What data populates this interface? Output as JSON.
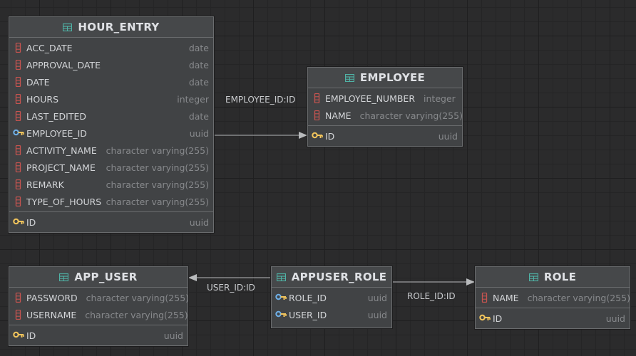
{
  "diagram": {
    "tables": {
      "hour_entry": {
        "name": "HOUR_ENTRY",
        "columns": [
          {
            "name": "ACC_DATE",
            "type": "date",
            "icon": "column-icon"
          },
          {
            "name": "APPROVAL_DATE",
            "type": "date",
            "icon": "column-icon"
          },
          {
            "name": "DATE",
            "type": "date",
            "icon": "column-icon"
          },
          {
            "name": "HOURS",
            "type": "integer",
            "icon": "column-icon"
          },
          {
            "name": "LAST_EDITED",
            "type": "date",
            "icon": "column-icon"
          },
          {
            "name": "EMPLOYEE_ID",
            "type": "uuid",
            "icon": "foreign-key-icon"
          },
          {
            "name": "ACTIVITY_NAME",
            "type": "character varying(255)",
            "icon": "column-icon"
          },
          {
            "name": "PROJECT_NAME",
            "type": "character varying(255)",
            "icon": "column-icon"
          },
          {
            "name": "REMARK",
            "type": "character varying(255)",
            "icon": "column-icon"
          },
          {
            "name": "TYPE_OF_HOURS",
            "type": "character varying(255)",
            "icon": "column-icon"
          }
        ],
        "pk": {
          "name": "ID",
          "type": "uuid",
          "icon": "primary-key-icon"
        }
      },
      "employee": {
        "name": "EMPLOYEE",
        "columns": [
          {
            "name": "EMPLOYEE_NUMBER",
            "type": "integer",
            "icon": "column-icon"
          },
          {
            "name": "NAME",
            "type": "character varying(255)",
            "icon": "column-icon"
          }
        ],
        "pk": {
          "name": "ID",
          "type": "uuid",
          "icon": "primary-key-icon"
        }
      },
      "app_user": {
        "name": "APP_USER",
        "columns": [
          {
            "name": "PASSWORD",
            "type": "character varying(255)",
            "icon": "column-icon"
          },
          {
            "name": "USERNAME",
            "type": "character varying(255)",
            "icon": "column-icon"
          }
        ],
        "pk": {
          "name": "ID",
          "type": "uuid",
          "icon": "primary-key-icon"
        }
      },
      "appuser_role": {
        "name": "APPUSER_ROLE",
        "columns": [
          {
            "name": "ROLE_ID",
            "type": "uuid",
            "icon": "foreign-key-icon"
          },
          {
            "name": "USER_ID",
            "type": "uuid",
            "icon": "foreign-key-icon"
          }
        ]
      },
      "role": {
        "name": "ROLE",
        "columns": [
          {
            "name": "NAME",
            "type": "character varying(255)",
            "icon": "column-icon"
          }
        ],
        "pk": {
          "name": "ID",
          "type": "uuid",
          "icon": "primary-key-icon"
        }
      }
    },
    "relations": {
      "employee_fk": "EMPLOYEE_ID:ID",
      "user_fk": "USER_ID:ID",
      "role_fk": "ROLE_ID:ID"
    },
    "colors": {
      "background": "#2b2b2c",
      "table_body": "#414345",
      "table_header": "#46484a",
      "column_icon": "#c75450",
      "key_icon": "#f2c55c",
      "table_icon": "#4fb3a6",
      "link_line": "#b8babc"
    }
  }
}
